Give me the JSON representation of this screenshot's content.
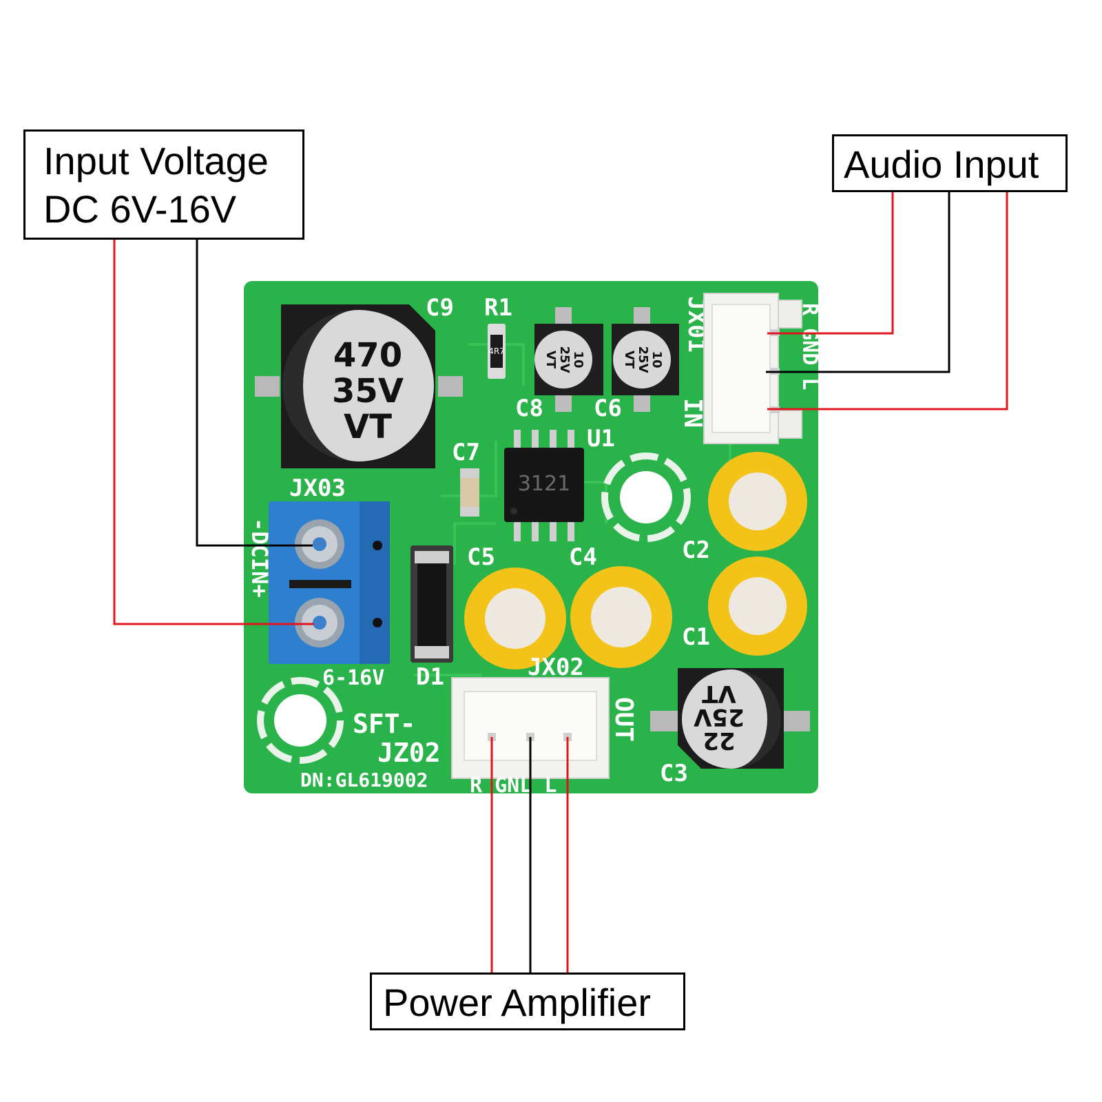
{
  "callouts": {
    "input_voltage": {
      "line1": "Input Voltage",
      "line2": "DC 6V-16V"
    },
    "audio_input": {
      "label": "Audio Input"
    },
    "power_amplifier": {
      "label": "Power Amplifier"
    }
  },
  "board": {
    "silkscreen": {
      "c9": "C9",
      "r1": "R1",
      "c8": "C8",
      "c6": "C6",
      "c7": "C7",
      "u1": "U1",
      "jx01": "JX01",
      "jx03": "JX03",
      "jx02": "JX02",
      "in": "IN",
      "out": "OUT",
      "c5": "C5",
      "c4": "C4",
      "c2": "C2",
      "c1": "C1",
      "c3": "C3",
      "d1": "D1",
      "range": "6-16V",
      "dcin": "-DCIN+",
      "sft": "SFT-",
      "jz02": "JZ02",
      "dn": "DN:GL619002",
      "r_gnd_l_bottom": "R GNL L",
      "r_gnd_l_side": "R GND L"
    },
    "components": {
      "c9_cap": {
        "l1": "470",
        "l2": "35V",
        "l3": "VT"
      },
      "c3_cap": {
        "l1": "22",
        "l2": "25V",
        "l3": "VT"
      },
      "c8_cap": {
        "l1": "10",
        "l2": "25V",
        "l3": "VT"
      },
      "c6_cap": {
        "l1": "10",
        "l2": "25V",
        "l3": "VT"
      },
      "chip": "3121",
      "resistor": "4R7"
    }
  },
  "colors": {
    "board_green": "#2ab34a",
    "wire_red": "#e0141c",
    "wire_black": "#000000",
    "terminal_blue": "#2f7fd1",
    "cap_yellow": "#f3c319"
  }
}
